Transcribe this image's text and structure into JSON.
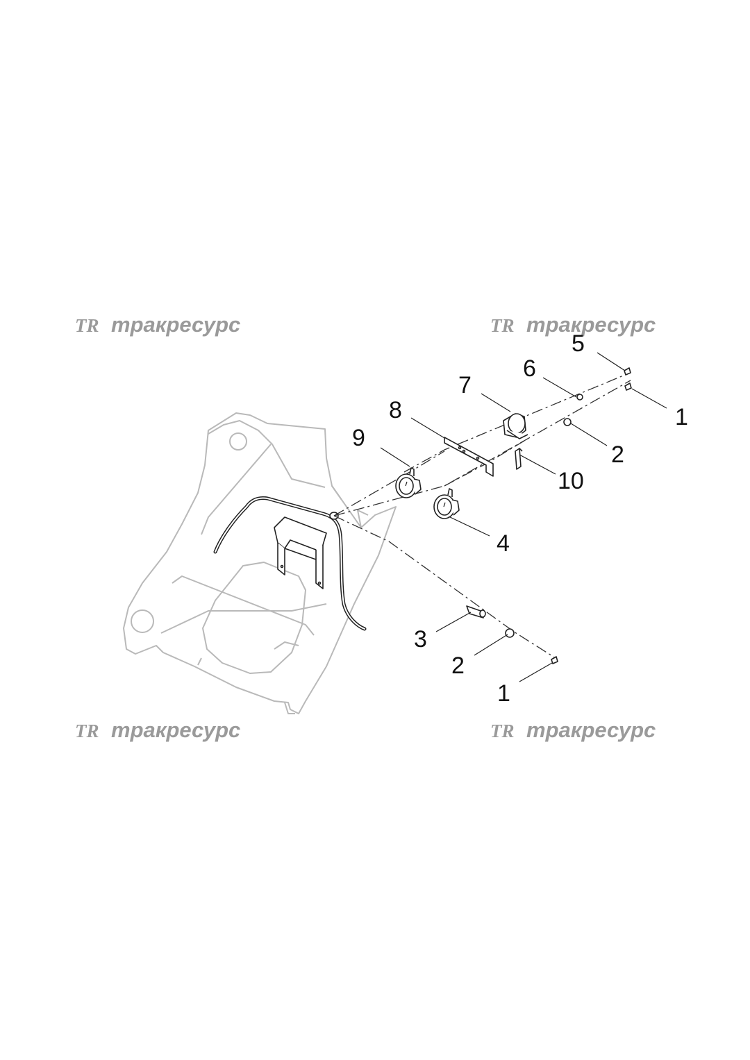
{
  "watermarks": [
    {
      "logo": "TR",
      "text": "тракресурс"
    },
    {
      "logo": "TR",
      "text": "тракресурс"
    },
    {
      "logo": "TR",
      "text": "тракресурс"
    },
    {
      "logo": "TR",
      "text": "тракресурс"
    }
  ],
  "callouts": {
    "c1_top": "1",
    "c1_bottom": "1",
    "c2_top": "2",
    "c2_bottom": "2",
    "c3": "3",
    "c4": "4",
    "c5": "5",
    "c6": "6",
    "c7": "7",
    "c8": "8",
    "c9": "9",
    "c10": "10"
  },
  "colors": {
    "watermark": "#9a9a9a",
    "frame_outline": "#b9b9b9",
    "part_outline": "#222222"
  }
}
